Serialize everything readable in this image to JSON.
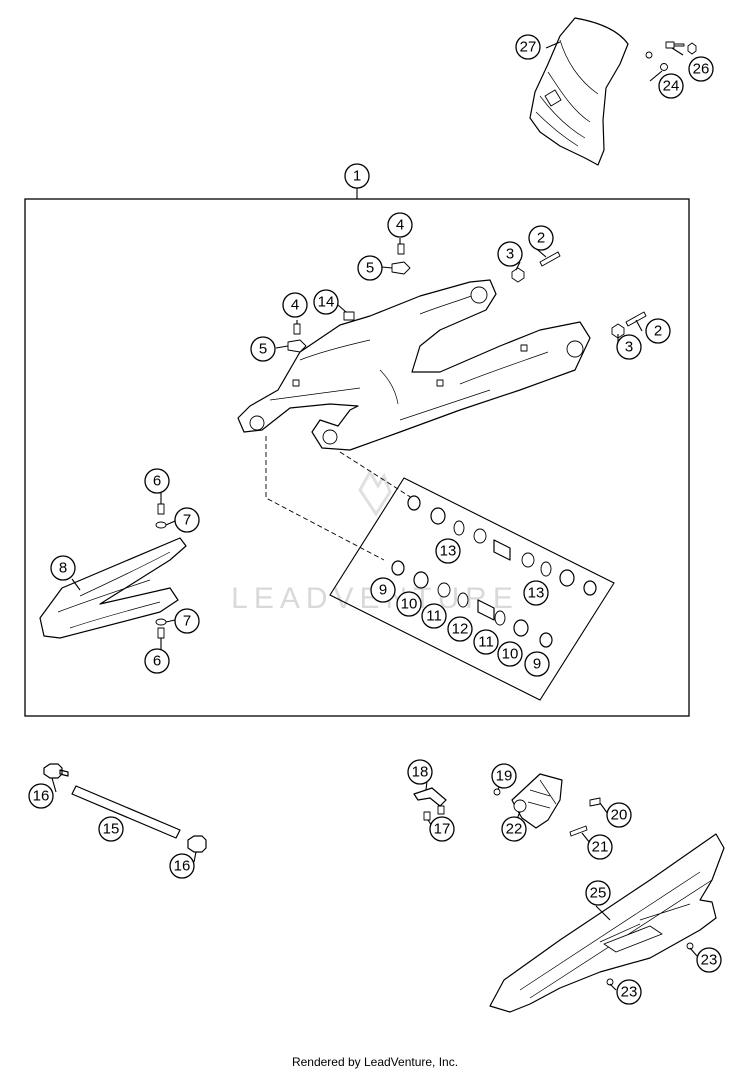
{
  "watermark": "LEADVENTURE",
  "footer": "Rendered by LeadVenture, Inc.",
  "callouts": [
    "1",
    "2",
    "2",
    "3",
    "3",
    "4",
    "4",
    "5",
    "5",
    "6",
    "6",
    "7",
    "7",
    "8",
    "9",
    "9",
    "10",
    "10",
    "11",
    "11",
    "12",
    "13",
    "13",
    "14",
    "15",
    "16",
    "16",
    "17",
    "18",
    "19",
    "20",
    "21",
    "22",
    "23",
    "23",
    "24",
    "25",
    "26",
    "27"
  ]
}
